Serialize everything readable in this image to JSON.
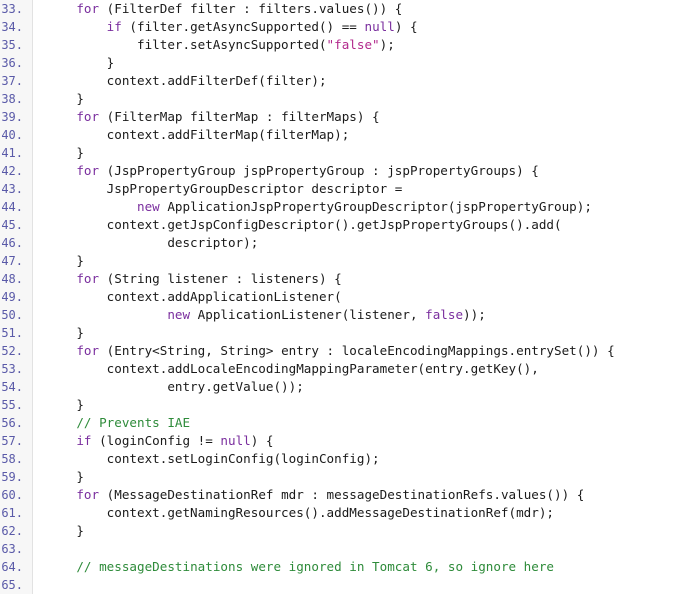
{
  "code_view": {
    "colors": {
      "keyword": "#7a2e9e",
      "string": "#b22a8c",
      "comment": "#2e8b3a",
      "text": "#1a1a1a",
      "line_number": "#5a5aa8",
      "gutter_bg": "#f7f7f7"
    },
    "lines": [
      {
        "num": "33.",
        "tokens": [
          {
            "t": "tx",
            "v": "    "
          },
          {
            "t": "kw",
            "v": "for"
          },
          {
            "t": "tx",
            "v": " (FilterDef filter : filters.values()) {"
          }
        ]
      },
      {
        "num": "34.",
        "tokens": [
          {
            "t": "tx",
            "v": "        "
          },
          {
            "t": "kw",
            "v": "if"
          },
          {
            "t": "tx",
            "v": " (filter.getAsyncSupported() == "
          },
          {
            "t": "kw",
            "v": "null"
          },
          {
            "t": "tx",
            "v": ") {"
          }
        ]
      },
      {
        "num": "35.",
        "tokens": [
          {
            "t": "tx",
            "v": "            filter.setAsyncSupported("
          },
          {
            "t": "str",
            "v": "\"false\""
          },
          {
            "t": "tx",
            "v": ");"
          }
        ]
      },
      {
        "num": "36.",
        "tokens": [
          {
            "t": "tx",
            "v": "        }"
          }
        ]
      },
      {
        "num": "37.",
        "tokens": [
          {
            "t": "tx",
            "v": "        context.addFilterDef(filter);"
          }
        ]
      },
      {
        "num": "38.",
        "tokens": [
          {
            "t": "tx",
            "v": "    }"
          }
        ]
      },
      {
        "num": "39.",
        "tokens": [
          {
            "t": "tx",
            "v": "    "
          },
          {
            "t": "kw",
            "v": "for"
          },
          {
            "t": "tx",
            "v": " (FilterMap filterMap : filterMaps) {"
          }
        ]
      },
      {
        "num": "40.",
        "tokens": [
          {
            "t": "tx",
            "v": "        context.addFilterMap(filterMap);"
          }
        ]
      },
      {
        "num": "41.",
        "tokens": [
          {
            "t": "tx",
            "v": "    }"
          }
        ]
      },
      {
        "num": "42.",
        "tokens": [
          {
            "t": "tx",
            "v": "    "
          },
          {
            "t": "kw",
            "v": "for"
          },
          {
            "t": "tx",
            "v": " (JspPropertyGroup jspPropertyGroup : jspPropertyGroups) {"
          }
        ]
      },
      {
        "num": "43.",
        "tokens": [
          {
            "t": "tx",
            "v": "        JspPropertyGroupDescriptor descriptor ="
          }
        ]
      },
      {
        "num": "44.",
        "tokens": [
          {
            "t": "tx",
            "v": "            "
          },
          {
            "t": "kw",
            "v": "new"
          },
          {
            "t": "tx",
            "v": " ApplicationJspPropertyGroupDescriptor(jspPropertyGroup);"
          }
        ]
      },
      {
        "num": "45.",
        "tokens": [
          {
            "t": "tx",
            "v": "        context.getJspConfigDescriptor().getJspPropertyGroups().add("
          }
        ]
      },
      {
        "num": "46.",
        "tokens": [
          {
            "t": "tx",
            "v": "                descriptor);"
          }
        ]
      },
      {
        "num": "47.",
        "tokens": [
          {
            "t": "tx",
            "v": "    }"
          }
        ]
      },
      {
        "num": "48.",
        "tokens": [
          {
            "t": "tx",
            "v": "    "
          },
          {
            "t": "kw",
            "v": "for"
          },
          {
            "t": "tx",
            "v": " (String listener : listeners) {"
          }
        ]
      },
      {
        "num": "49.",
        "tokens": [
          {
            "t": "tx",
            "v": "        context.addApplicationListener("
          }
        ]
      },
      {
        "num": "50.",
        "tokens": [
          {
            "t": "tx",
            "v": "                "
          },
          {
            "t": "kw",
            "v": "new"
          },
          {
            "t": "tx",
            "v": " ApplicationListener(listener, "
          },
          {
            "t": "kw",
            "v": "false"
          },
          {
            "t": "tx",
            "v": "));"
          }
        ]
      },
      {
        "num": "51.",
        "tokens": [
          {
            "t": "tx",
            "v": "    }"
          }
        ]
      },
      {
        "num": "52.",
        "tokens": [
          {
            "t": "tx",
            "v": "    "
          },
          {
            "t": "kw",
            "v": "for"
          },
          {
            "t": "tx",
            "v": " (Entry<String, String> entry : localeEncodingMappings.entrySet()) {"
          }
        ]
      },
      {
        "num": "53.",
        "tokens": [
          {
            "t": "tx",
            "v": "        context.addLocaleEncodingMappingParameter(entry.getKey(),"
          }
        ]
      },
      {
        "num": "54.",
        "tokens": [
          {
            "t": "tx",
            "v": "                entry.getValue());"
          }
        ]
      },
      {
        "num": "55.",
        "tokens": [
          {
            "t": "tx",
            "v": "    }"
          }
        ]
      },
      {
        "num": "56.",
        "tokens": [
          {
            "t": "tx",
            "v": "    "
          },
          {
            "t": "cm",
            "v": "// Prevents IAE"
          }
        ]
      },
      {
        "num": "57.",
        "tokens": [
          {
            "t": "tx",
            "v": "    "
          },
          {
            "t": "kw",
            "v": "if"
          },
          {
            "t": "tx",
            "v": " (loginConfig != "
          },
          {
            "t": "kw",
            "v": "null"
          },
          {
            "t": "tx",
            "v": ") {"
          }
        ]
      },
      {
        "num": "58.",
        "tokens": [
          {
            "t": "tx",
            "v": "        context.setLoginConfig(loginConfig);"
          }
        ]
      },
      {
        "num": "59.",
        "tokens": [
          {
            "t": "tx",
            "v": "    }"
          }
        ]
      },
      {
        "num": "60.",
        "tokens": [
          {
            "t": "tx",
            "v": "    "
          },
          {
            "t": "kw",
            "v": "for"
          },
          {
            "t": "tx",
            "v": " (MessageDestinationRef mdr : messageDestinationRefs.values()) {"
          }
        ]
      },
      {
        "num": "61.",
        "tokens": [
          {
            "t": "tx",
            "v": "        context.getNamingResources().addMessageDestinationRef(mdr);"
          }
        ]
      },
      {
        "num": "62.",
        "tokens": [
          {
            "t": "tx",
            "v": "    }"
          }
        ]
      },
      {
        "num": "63.",
        "tokens": []
      },
      {
        "num": "64.",
        "tokens": [
          {
            "t": "tx",
            "v": "    "
          },
          {
            "t": "cm",
            "v": "// messageDestinations were ignored in Tomcat 6, so ignore here"
          }
        ]
      },
      {
        "num": "65.",
        "tokens": []
      }
    ]
  }
}
